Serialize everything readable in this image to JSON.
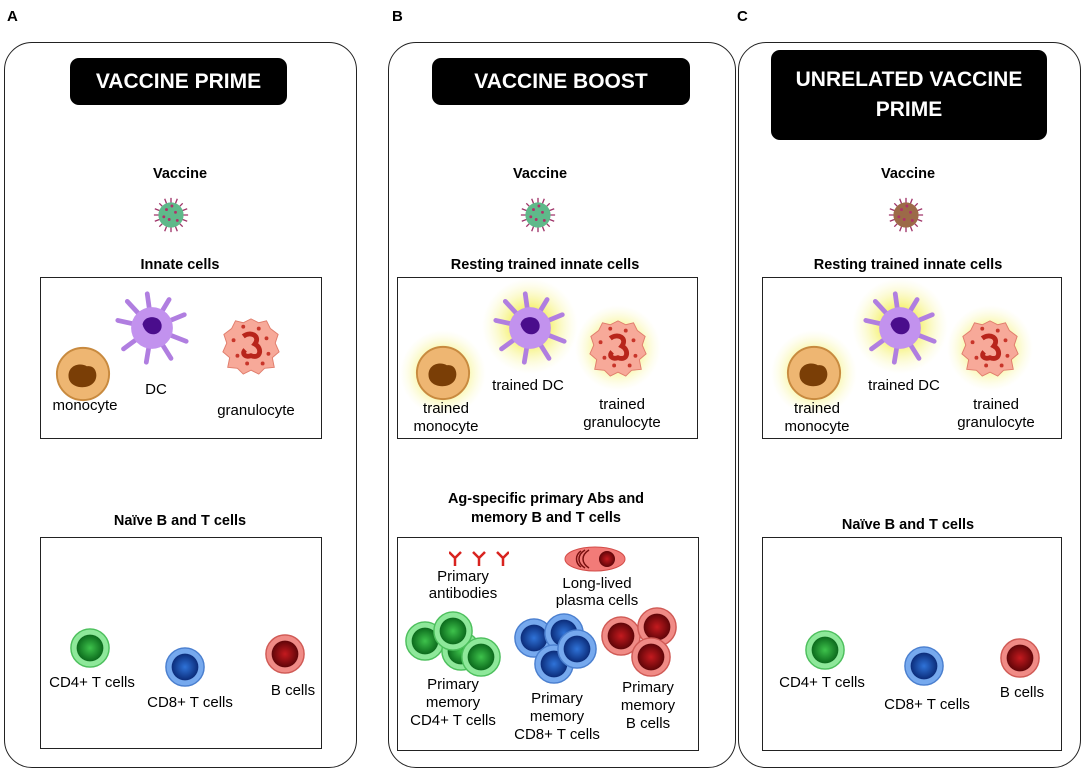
{
  "panels": [
    {
      "letter": "A",
      "title": "VACCINE PRIME",
      "vaccine": "Vaccine",
      "innate_heading": "Innate cells",
      "innate": [
        "monocyte",
        "DC",
        "granulocyte"
      ],
      "adaptive_heading": "Naïve B and T cells",
      "adaptive": [
        "CD4+ T cells",
        "CD8+ T cells",
        "B cells"
      ]
    },
    {
      "letter": "B",
      "title": "VACCINE BOOST",
      "vaccine": "Vaccine",
      "innate_heading": "Resting trained innate cells",
      "innate": [
        "trained\nmonocyte",
        "trained DC",
        "trained\ngranulocyte"
      ],
      "adaptive_heading": "Ag-specific primary Abs and\nmemory B and T cells",
      "adaptive": [
        "Primary\nantibodies",
        "Long-lived\nplasma cells",
        "Primary\nmemory\nCD4+ T cells",
        "Primary\nmemory\nCD8+ T cells",
        "Primary\nmemory\nB cells"
      ]
    },
    {
      "letter": "C",
      "title": "UNRELATED VACCINE\nPRIME",
      "vaccine": "Vaccine",
      "innate_heading": "Resting trained innate cells",
      "innate": [
        "trained\nmonocyte",
        "trained DC",
        "trained\ngranulocyte"
      ],
      "adaptive_heading": "Naïve B and T cells",
      "adaptive": [
        "CD4+ T cells",
        "CD8+ T cells",
        "B cells"
      ]
    }
  ],
  "colors": {
    "cd4": "#2fa33c",
    "cd8": "#1f55b8",
    "bcell": "#a10d12",
    "vaccine": "#5fb98a",
    "unrelated_vaccine": "#9c6a48",
    "trained_glow": "#f5f060"
  }
}
